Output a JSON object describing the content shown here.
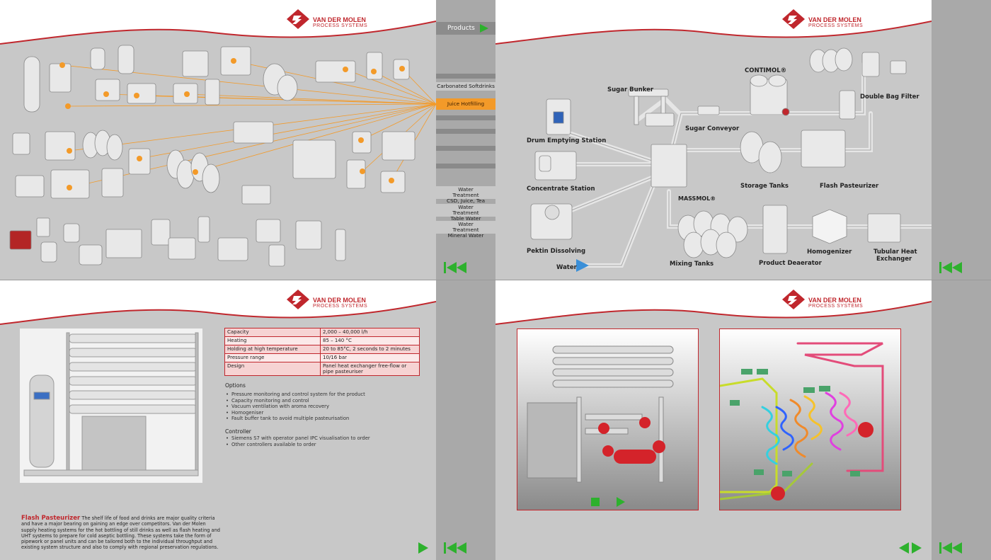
{
  "brand": {
    "name": "VAN DER MOLEN",
    "sub": "PROCESS SYSTEMS",
    "red": "#c0272d",
    "accent": "#f39a29",
    "green": "#2db12d"
  },
  "nav": {
    "products_label": "Products",
    "items": [
      {
        "label": "Carbonated Softdrinks",
        "active": false
      },
      {
        "label": "Juice Hotfilling",
        "active": true
      },
      {
        "label": "Water Treatment CSD, Juice, Tea",
        "active": false
      },
      {
        "label": "Water Treatment Table Water",
        "active": false
      },
      {
        "label": "Water Treatment Mineral Water",
        "active": false
      }
    ]
  },
  "diagram": {
    "labels": {
      "sugar_bunker": "Sugar Bunker",
      "contimol": "CONTIMOL®",
      "double_bag_filter": "Double Bag Filter",
      "drum_emptying": "Drum Emptying Station",
      "sugar_conveyor": "Sugar Conveyor",
      "concentrate": "Concentrate Station",
      "storage_tanks": "Storage Tanks",
      "flash_pasteurizer": "Flash Pasteurizer",
      "massmol": "MASSMOL®",
      "pektin": "Pektin Dissolving",
      "homogenizer": "Homogenizer",
      "tubular_1": "Tubular Heat",
      "tubular_2": "Exchanger",
      "mixing_tanks": "Mixing Tanks",
      "product_deaerator": "Product Deaerator",
      "water": "Water"
    }
  },
  "product": {
    "title": "Flash Pasteurizer",
    "description": "The shelf life of food and drinks are major quality criteria and have a major bearing on gaining an edge over competitors. Van der Molen supply heating systems for the hot bottling of still drinks as well as flash heating and UHT systems to prepare for cold aseptic bottling. These systems take the form of pipework or panel units and can be tailored both to the individual throughput and existing system structure and also to comply with regional preservation regulations.",
    "specs": [
      {
        "k": "Capacity",
        "v": "2,000 – 40,000 l/h"
      },
      {
        "k": "Heating",
        "v": "85 – 140 °C"
      },
      {
        "k": "Holding at high temperature",
        "v": "20 to 85°C, 2 seconds to 2 minutes"
      },
      {
        "k": "Pressure range",
        "v": "10/16 bar"
      },
      {
        "k": "Design",
        "v": "Panel heat exchanger free-flow or pipe pasteuriser"
      }
    ],
    "options_title": "Options",
    "options": [
      "Pressure monitoring and control system for the product",
      "Capacity monitoring and control",
      "Vacuum ventilation with aroma recovery",
      "Homogeniser",
      "Fault buffer tank to avoid multiple pasteurisation"
    ],
    "controller_title": "Controller",
    "controller": [
      "Siemens S7 with operator panel IPC visualisation to order",
      "Other controllers available to order"
    ]
  }
}
